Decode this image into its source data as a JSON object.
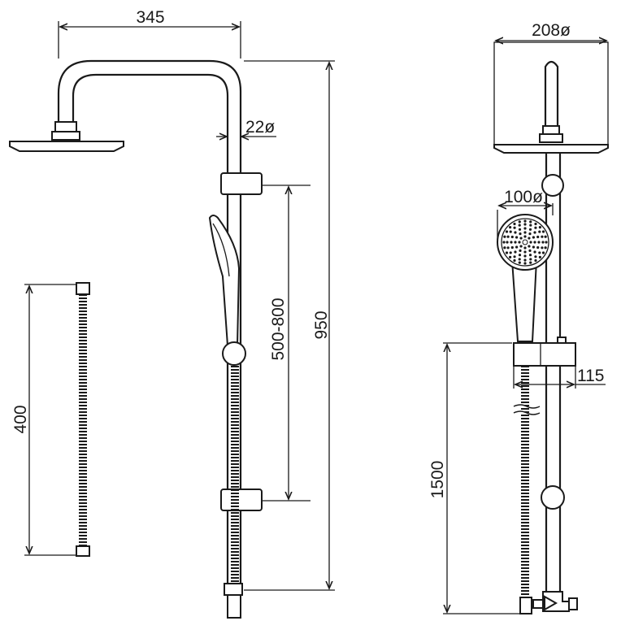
{
  "dimensions": {
    "arm_reach": "345",
    "rail_diameter": "22ø",
    "total_height": "950",
    "bracket_range": "500-800",
    "hose_length": "400",
    "head_diameter": "208ø",
    "hand_shower_diameter": "100ø",
    "holder_depth": "115",
    "install_height": "1500"
  }
}
